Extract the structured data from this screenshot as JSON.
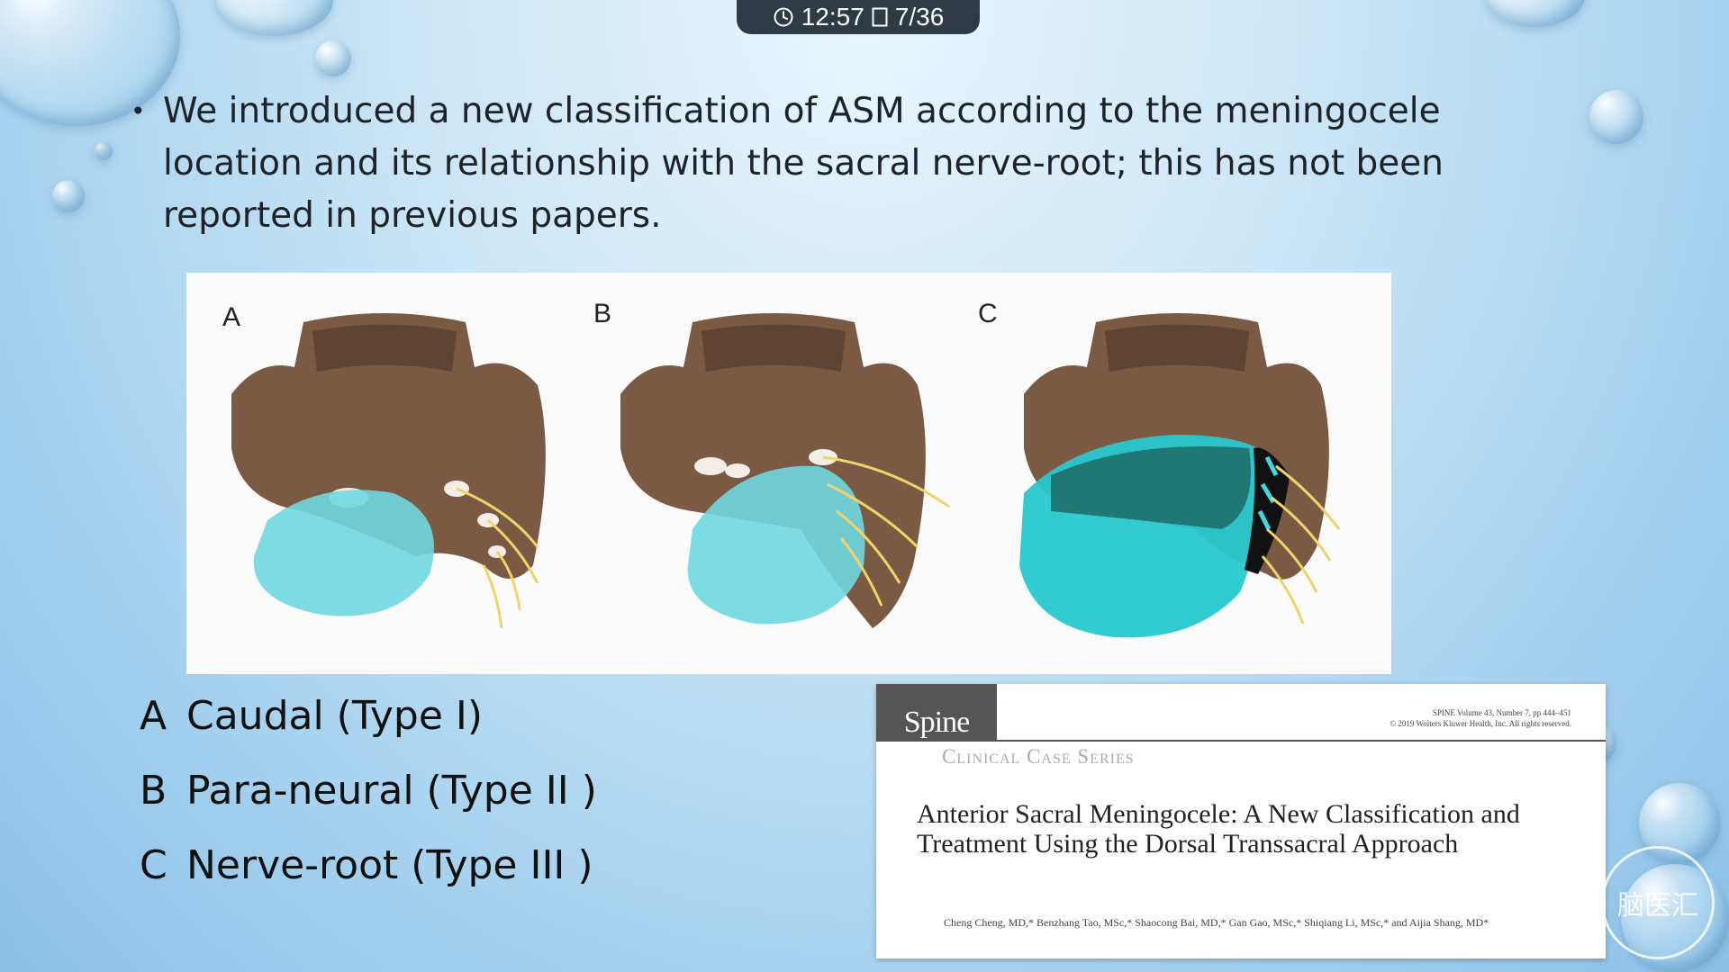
{
  "status": {
    "time": "12:57",
    "page": "7/36"
  },
  "bullet": {
    "text": "We introduced a new classification of ASM according to the meningocele location and its relationship with the sacral nerve-root; this has not been reported in previous papers."
  },
  "figure": {
    "labels": [
      "A",
      "B",
      "C"
    ]
  },
  "types": [
    {
      "letter": "A",
      "label": "Caudal (Type I)"
    },
    {
      "letter": "B",
      "label": "Para-neural (Type II )"
    },
    {
      "letter": "C",
      "label": "Nerve-root (Type III )"
    }
  ],
  "paper": {
    "journal": "Spine",
    "journal_info_1": "SPINE Volume 43, Number 7, pp 444–451",
    "journal_info_2": "© 2019 Wolters Kluwer Health, Inc. All rights reserved.",
    "series": "Clinical Case Series",
    "title": "Anterior Sacral Meningocele: A New Classification and Treatment Using the Dorsal Transsacral Approach",
    "authors": "Cheng Cheng, MD,* Benzhang Tao, MSc,* Shaocong Bai, MD,* Gan Gao, MSc,* Shiqiang Li, MSc,* and Aijia Shang, MD*"
  },
  "watermark": {
    "text": "脑医汇"
  },
  "colors": {
    "bone": "#7a5a43",
    "cyst": "#6fd7e0",
    "nerve": "#f1d36b",
    "statusbar": "#2f3a44"
  }
}
